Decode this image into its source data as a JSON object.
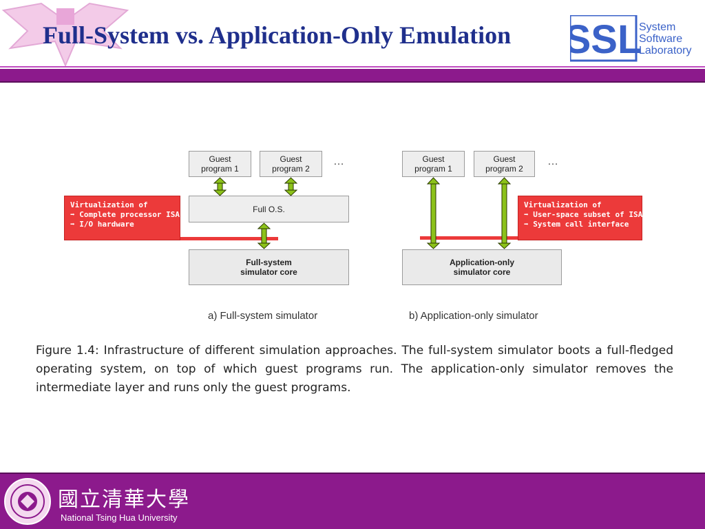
{
  "header": {
    "title": "Full-System vs. Application-Only Emulation",
    "logo_text_line1": "System",
    "logo_text_line2": "Software",
    "logo_text_line3": "Laboratory",
    "logo_mark": "SSL"
  },
  "figure": {
    "left": {
      "guest1": "Guest\nprogram 1",
      "guest2": "Guest\nprogram 2",
      "dots": "…",
      "os": "Full O.S.",
      "core": "Full-system\nsimulator core",
      "virt_title": "Virtualization of",
      "virt_items": [
        "➡ Complete processor ISA",
        "➡ I/O hardware"
      ],
      "caption": "a) Full-system simulator"
    },
    "right": {
      "guest1": "Guest\nprogram 1",
      "guest2": "Guest\nprogram 2",
      "dots": "…",
      "core": "Application-only\nsimulator core",
      "virt_title": "Virtualization of",
      "virt_items": [
        "➡ User-space subset of ISA",
        "➡ System call interface"
      ],
      "caption": "b) Application-only simulator"
    },
    "caption": "Figure 1.4: Infrastructure of different simulation approaches. The full-system simulator boots a full-fledged operating system, on top of which guest programs run. The application-only simulator removes the intermediate layer and runs only the guest programs."
  },
  "footer": {
    "university_cn": "國立清華大學",
    "university_en": "National Tsing Hua University"
  },
  "colors": {
    "title": "#1f2f8c",
    "bar": "#8c1a8c",
    "red": "#ec3a3a",
    "arrow": "#8cc21a"
  }
}
